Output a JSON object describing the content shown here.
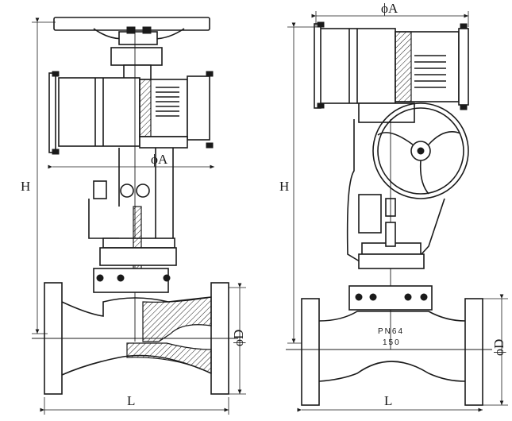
{
  "left_view": {
    "dim_diameter_actuator": "ϕA",
    "dim_height": "H",
    "dim_length": "L",
    "dim_flange_diameter": "ϕD"
  },
  "right_view": {
    "dim_diameter_actuator": "ϕA",
    "dim_height": "H",
    "dim_length": "L",
    "dim_flange_diameter": "ϕD",
    "nameplate_line1": "PN64",
    "nameplate_line2": "150"
  }
}
